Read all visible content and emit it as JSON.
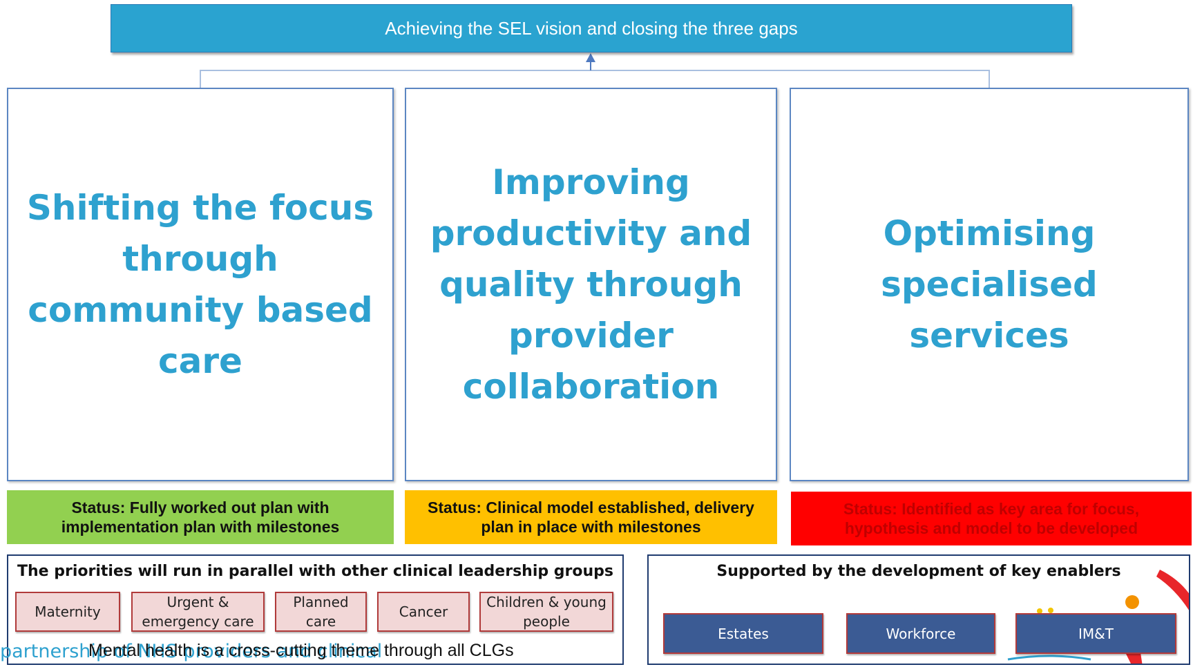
{
  "banner": {
    "text": "Achieving the SEL vision and closing the three gaps"
  },
  "pillars": [
    {
      "title": "Shifting the focus through community based care"
    },
    {
      "title": "Improving productivity and quality through provider collaboration"
    },
    {
      "title": "Optimising specialised services"
    }
  ],
  "statuses": [
    {
      "text": "Status: Fully worked out plan with implementation plan with milestones",
      "color": "#92d050"
    },
    {
      "text": "Status: Clinical model established, delivery plan in place with milestones",
      "color": "#ffc000"
    },
    {
      "text": "Status: Identified as key area for focus, hypothesis and model to be developed",
      "color": "#ff0000"
    }
  ],
  "priorities": {
    "title": "The priorities will run in parallel with other clinical leadership groups",
    "groups": [
      "Maternity",
      "Urgent & emergency care",
      "Planned care",
      "Cancer",
      "Children & young people"
    ],
    "note": "Mental health is a cross-cutting theme through all CLGs"
  },
  "footer_partial": "partnership of NHS providers and clinical",
  "enablers": {
    "title": "Supported by the development of key enablers",
    "items": [
      "Estates",
      "Workforce",
      "IM&T"
    ]
  },
  "colors": {
    "accent_blue": "#2ea1cf",
    "banner": "#2aa3d0",
    "enabler_fill": "#3b5b94",
    "clg_fill": "#f2d7d7"
  }
}
